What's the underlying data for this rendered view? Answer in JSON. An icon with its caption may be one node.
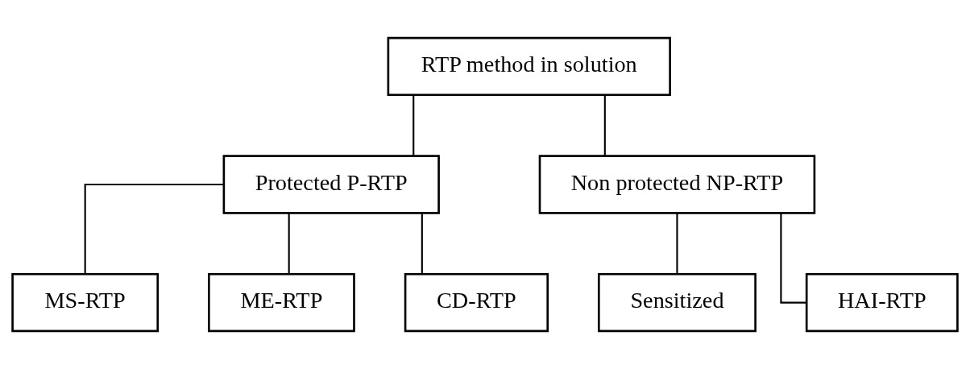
{
  "diagram": {
    "nodes": [
      {
        "text": [
          "RTP method in solution"
        ]
      },
      {
        "text": [
          "Protected P-RTP"
        ]
      },
      {
        "text": [
          "Non protected NP-RTP"
        ]
      },
      {
        "text": [
          "MS-RTP"
        ]
      },
      {
        "text": [
          "ME-RTP"
        ]
      },
      {
        "text": [
          "CD-RTP"
        ]
      },
      {
        "text": [
          "Sensitized"
        ]
      },
      {
        "text": [
          "HAI-RTP"
        ]
      }
    ],
    "edges": [
      {
        "from": 0,
        "to": 1,
        "arrow": "none"
      },
      {
        "from": 0,
        "to": 2,
        "arrow": "none"
      },
      {
        "from": 1,
        "to": 3,
        "arrow": "none"
      },
      {
        "from": 1,
        "to": 4,
        "arrow": "none"
      },
      {
        "from": 1,
        "to": 5,
        "arrow": "none"
      },
      {
        "from": 2,
        "to": 6,
        "arrow": "none"
      },
      {
        "from": 2,
        "to": 7,
        "arrow": "none"
      }
    ]
  }
}
